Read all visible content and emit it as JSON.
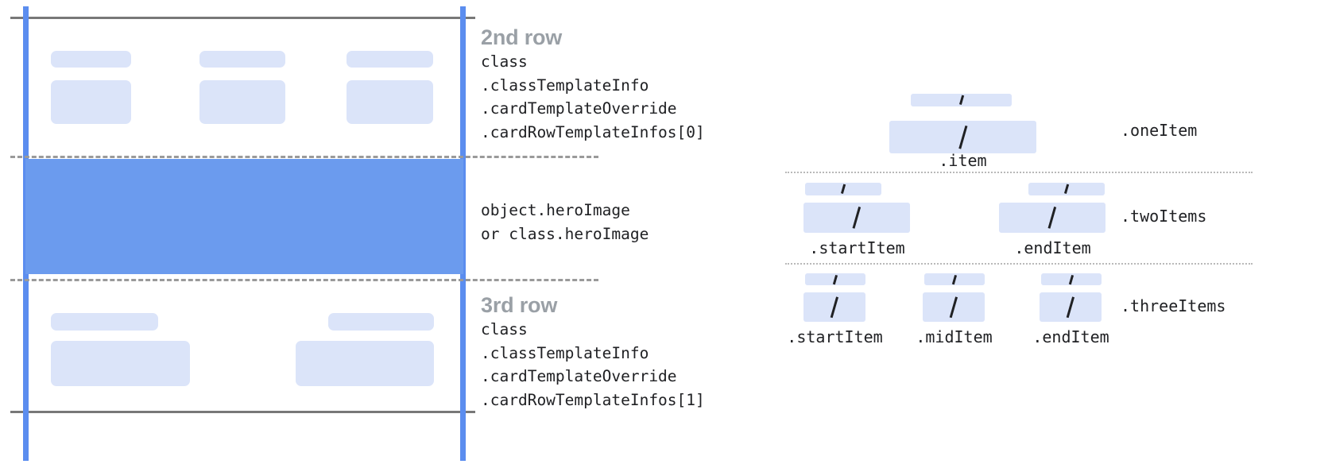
{
  "card_diagram": {
    "rows": [
      {
        "id": "second-row",
        "title": "2nd row",
        "code": "class\n.classTemplateInfo\n.cardTemplateOverride\n.cardRowTemplateInfos[0]",
        "item_count": 3
      },
      {
        "id": "hero-image-row",
        "title": "",
        "code": "object.heroImage\nor class.heroImage",
        "item_count": 0
      },
      {
        "id": "third-row",
        "title": "3rd row",
        "code": "class\n.classTemplateInfo\n.cardTemplateOverride\n.cardRowTemplateInfos[1]",
        "item_count": 2
      }
    ],
    "colors": {
      "guide_line": "#5b8def",
      "hero_fill": "#6b9bee",
      "placeholder": "#dbe4f9",
      "rule": "#787878",
      "dashed_rule": "#9a9a9a",
      "title_text": "#9aa0a6",
      "code_text": "#202124"
    }
  },
  "item_diagram": {
    "groups": [
      {
        "id": "one-item",
        "group_label": ".oneItem",
        "items": [
          {
            "label": ".item",
            "glyph": "/"
          }
        ]
      },
      {
        "id": "two-items",
        "group_label": ".twoItems",
        "items": [
          {
            "label": ".startItem",
            "glyph": "/"
          },
          {
            "label": ".endItem",
            "glyph": "/"
          }
        ]
      },
      {
        "id": "three-items",
        "group_label": ".threeItems",
        "items": [
          {
            "label": ".startItem",
            "glyph": "/"
          },
          {
            "label": ".midItem",
            "glyph": "/"
          },
          {
            "label": ".endItem",
            "glyph": "/"
          }
        ]
      }
    ]
  }
}
